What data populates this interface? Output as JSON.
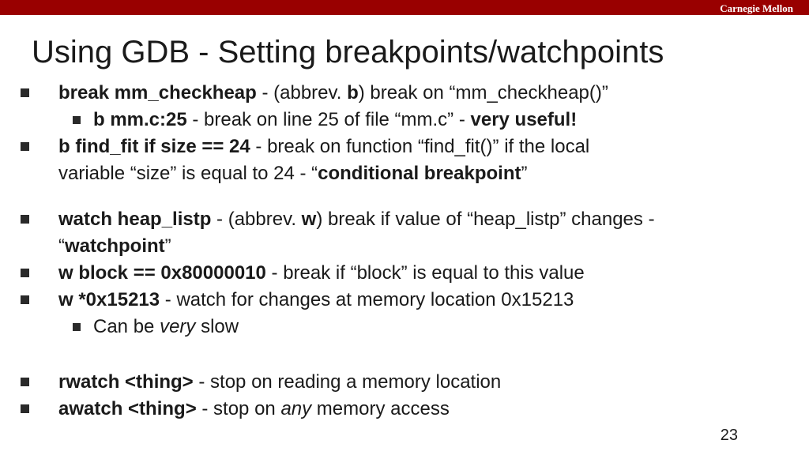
{
  "header": {
    "brand": "Carnegie Mellon",
    "accent_color": "#990000"
  },
  "title": "Using GDB - Setting breakpoints/watchpoints",
  "bullets": {
    "b1": {
      "bold": "break mm_checkheap",
      "t1": " - (abbrev. ",
      "bold2": "b",
      "t2": ") break on “mm_checkheap()”"
    },
    "b1a": {
      "bold": "b mm.c:25",
      "t1": " - break on line 25 of file “mm.c” - ",
      "bold2": "very useful!"
    },
    "b2": {
      "bold": "b find_fit if size == 24",
      "t1": " - break on function “find_fit()” if the local"
    },
    "b2c": {
      "t1": "variable “size” is equal to 24 - “",
      "bold": "conditional breakpoint",
      "t2": "”"
    },
    "b3": {
      "bold": "watch heap_listp",
      "t1": " - (abbrev. ",
      "bold2": "w",
      "t2": ") break if value of “heap_listp” changes -"
    },
    "b3c": {
      "t1": "“",
      "bold": "watchpoint",
      "t2": "”"
    },
    "b4": {
      "bold": "w block == 0x80000010",
      "t1": " - break if “block” is equal to this value"
    },
    "b5": {
      "bold": "w *0x15213",
      "t1": " - watch for changes at memory location 0x15213"
    },
    "b5a": {
      "t1": "Can be ",
      "ital": "very",
      "t2": " slow"
    },
    "b6": {
      "bold": "rwatch <thing>",
      "t1": " - stop on reading a memory location"
    },
    "b7": {
      "bold": "awatch <thing>",
      "t1": " - stop on ",
      "ital": "any",
      "t2": " memory access"
    }
  },
  "page_number": "23"
}
